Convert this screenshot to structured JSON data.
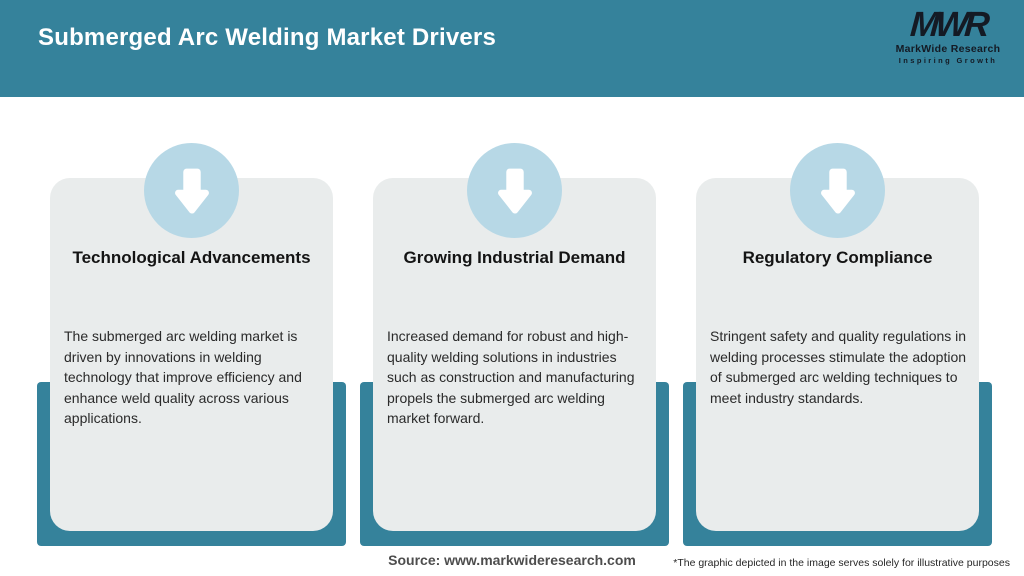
{
  "header": {
    "title": "Submerged Arc Welding Market Drivers",
    "logo": {
      "monogram": "MWR",
      "name": "MarkWide Research",
      "tagline": "Inspiring Growth"
    }
  },
  "cards": [
    {
      "icon": "arrow-down-icon",
      "title": "Technological Advancements",
      "body": "The submerged arc welding market is driven by innovations in welding technology that improve efficiency and enhance weld quality across various applications."
    },
    {
      "icon": "arrow-down-icon",
      "title": "Growing Industrial Demand",
      "body": "Increased demand for robust and high-quality welding solutions in industries such as construction and manufacturing propels the submerged arc welding market forward."
    },
    {
      "icon": "arrow-down-icon",
      "title": "Regulatory Compliance",
      "body": "Stringent safety and quality regulations in welding processes stimulate the adoption of submerged arc welding techniques to meet industry standards."
    }
  ],
  "footer": {
    "source": "Source: www.markwideresearch.com",
    "disclaimer": "*The graphic depicted in the image serves solely for illustrative purposes"
  },
  "colors": {
    "header_bg": "#35829B",
    "panel_teal": "#35829B",
    "card_bg": "#E9ECEC",
    "circle_blue": "#B7D8E6",
    "header_text": "#FFFFFF",
    "title_text": "#141414",
    "body_text": "#2A2A2A",
    "logo_text": "#141A24",
    "source_text": "#4D4D4D",
    "disclaimer_text": "#272727"
  }
}
